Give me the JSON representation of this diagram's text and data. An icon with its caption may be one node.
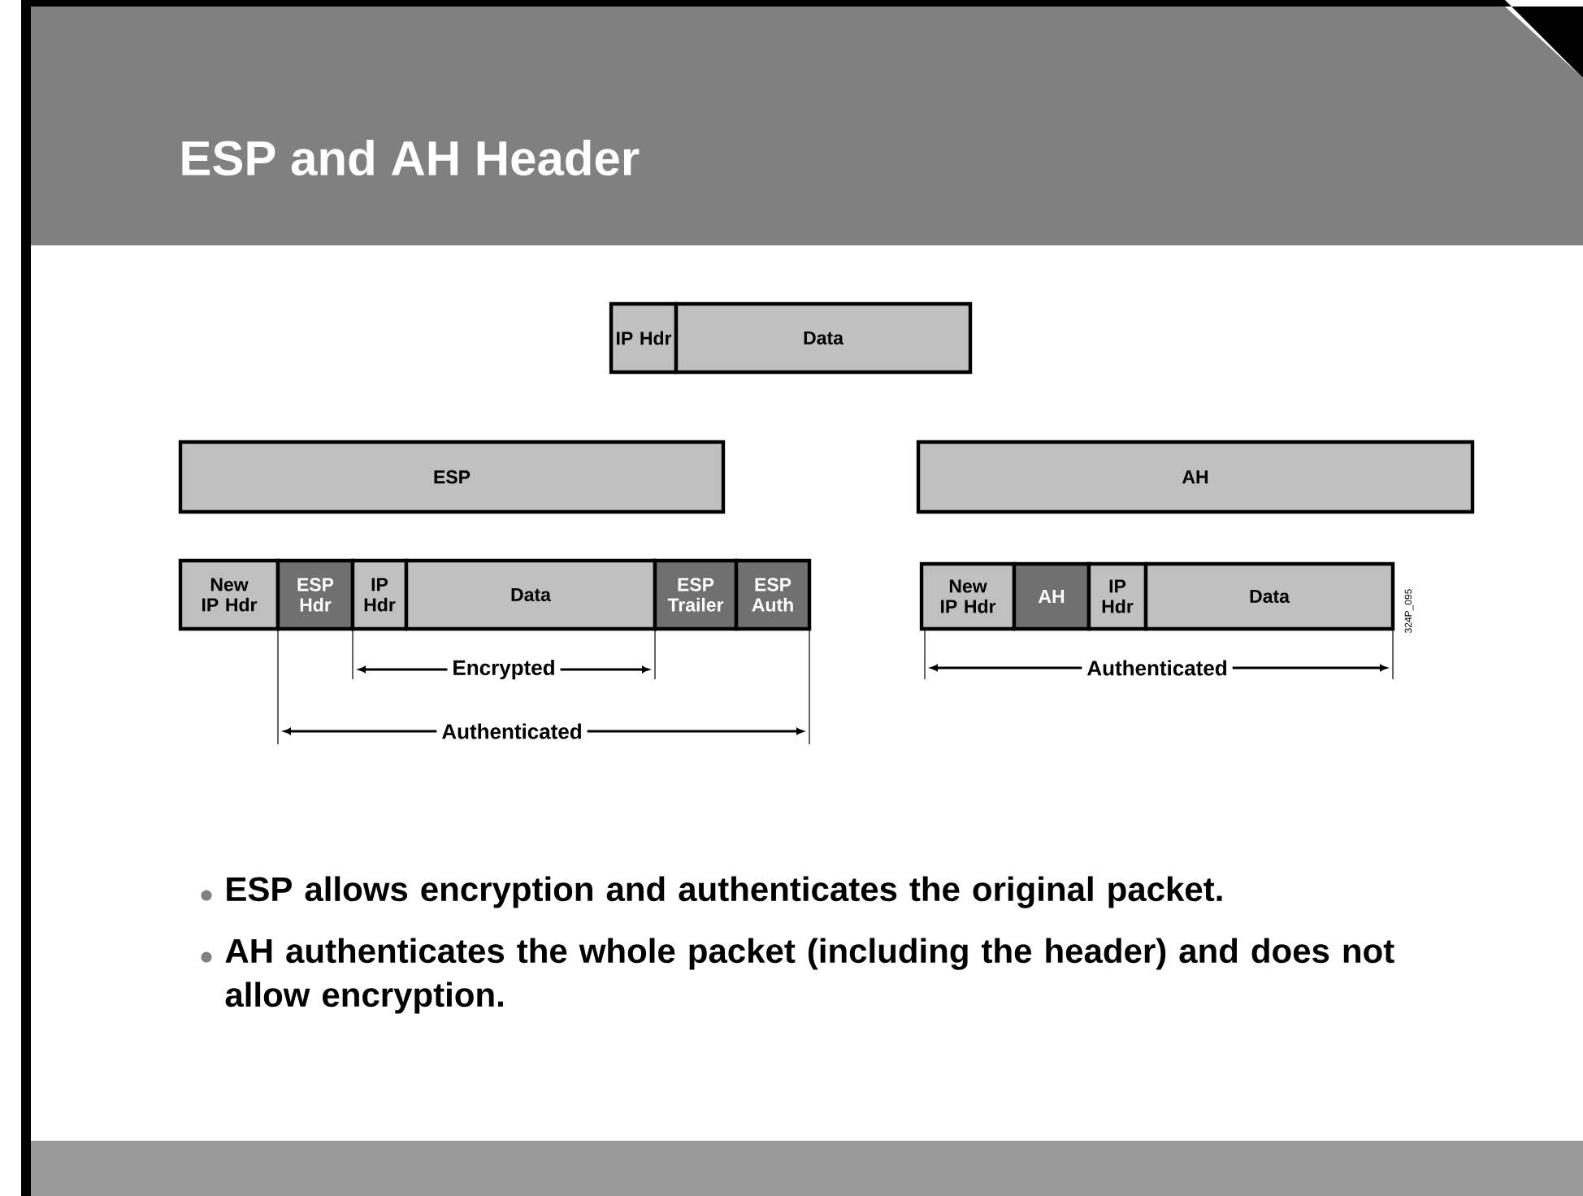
{
  "diagram": {
    "title": "ESP and AH Header",
    "nodes": [
      {
        "text": [
          "IP Hdr"
        ]
      },
      {
        "text": [
          "Data"
        ]
      },
      {
        "text": [
          "ESP"
        ]
      },
      {
        "text": [
          "AH"
        ]
      },
      {
        "text": [
          "New IP Hdr"
        ]
      },
      {
        "text": [
          "ESP Hdr"
        ]
      },
      {
        "text": [
          "IP Hdr"
        ]
      },
      {
        "text": [
          "Data"
        ]
      },
      {
        "text": [
          "ESP Trailer"
        ]
      },
      {
        "text": [
          "ESP Auth"
        ]
      },
      {
        "text": [
          "New IP Hdr"
        ]
      },
      {
        "text": [
          "AH"
        ]
      },
      {
        "text": [
          "IP Hdr"
        ]
      },
      {
        "text": [
          "Data"
        ]
      }
    ],
    "labels": [
      "Encrypted",
      "Authenticated",
      "324P_095",
      "Authenticated",
      "ESP allows encryption and authenticates the original packet.",
      "AH authenticates the whole packet (including the header) and does not allow encryption."
    ]
  }
}
